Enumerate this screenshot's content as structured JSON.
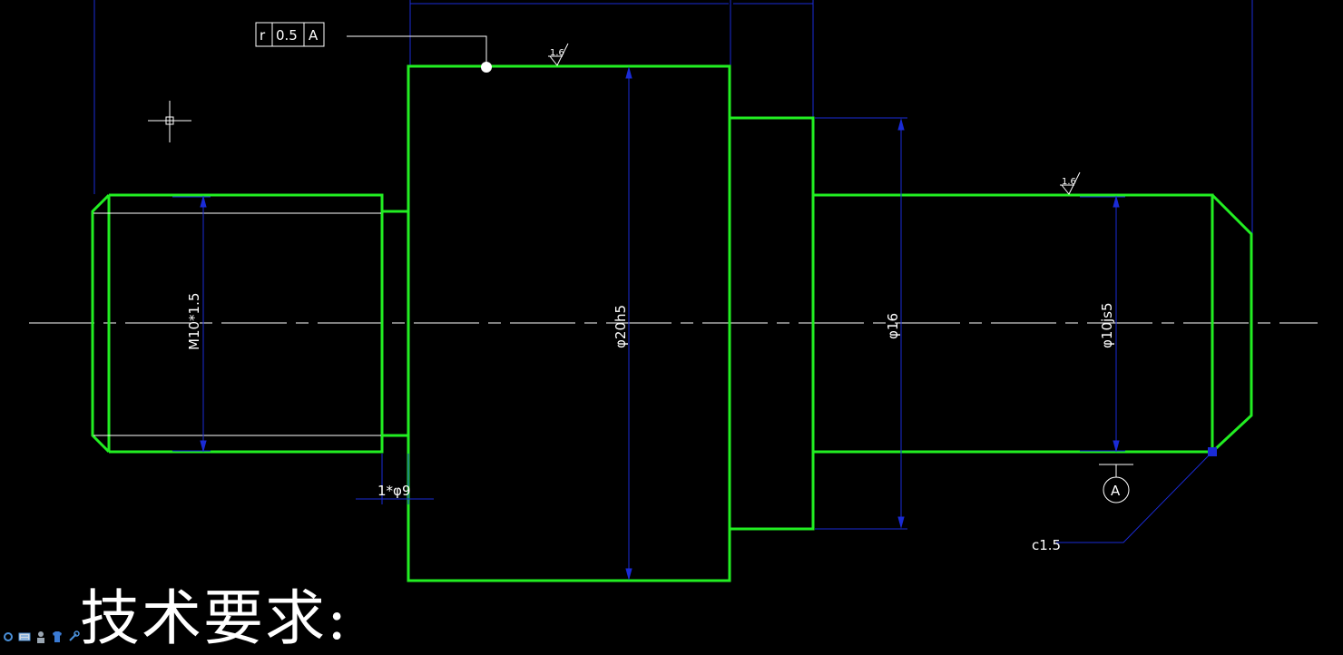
{
  "colors": {
    "background": "#000000",
    "outline": "#22ee22",
    "dimension": "#1a2bd6",
    "centerline": "#ffffff",
    "text": "#ffffff",
    "grip": "#1a2bd6"
  },
  "tolerance_frame": {
    "symbol": "r",
    "value": "0.5",
    "datum": "A"
  },
  "roughness_left": "1.6",
  "roughness_right": "1.6",
  "dimensions": {
    "thread": "M10*1.5",
    "diameter_large": "φ20h5",
    "diameter_shoulder": "φ16",
    "diameter_right": "φ10js5",
    "groove": "1*φ9",
    "chamfer": "c1.5"
  },
  "datum_label": "A",
  "technical_requirements_title": "技术要求:",
  "status_icons": [
    "settings-icon",
    "keyboard-icon",
    "user-icon",
    "shirt-icon",
    "wrench-icon"
  ]
}
